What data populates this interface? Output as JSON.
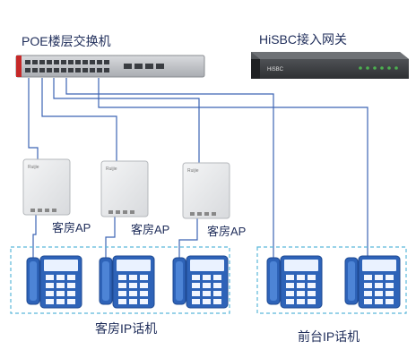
{
  "switch": {
    "label": "POE楼层交换机"
  },
  "gateway": {
    "label": "HiSBC接入网关",
    "brand": "HiSBC"
  },
  "access_points": [
    {
      "label": "客房AP",
      "brand": "Ruijie"
    },
    {
      "label": "客房AP",
      "brand": "Ruijie"
    },
    {
      "label": "客房AP",
      "brand": "Ruijie"
    }
  ],
  "groups": {
    "guest_phones": {
      "label": "客房IP话机"
    },
    "front_desk_phones": {
      "label": "前台IP话机"
    }
  },
  "colors": {
    "line": "#3c64b4",
    "phone": "#2e63b8",
    "box_border": "#5bb7d9",
    "label": "#1f2d5a"
  }
}
